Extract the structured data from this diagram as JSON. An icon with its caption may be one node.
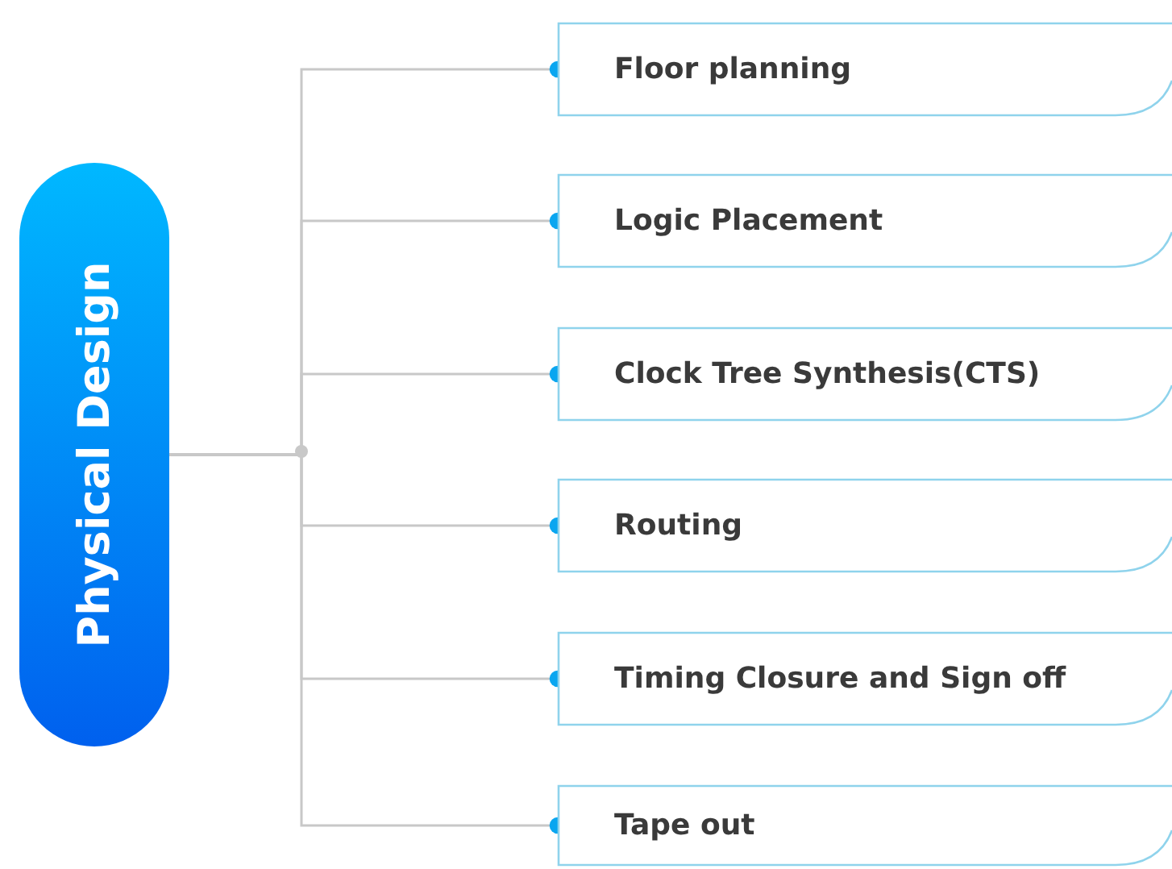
{
  "diagram": {
    "nodes": [
      {
        "text": [
          "Physical Design"
        ]
      },
      {
        "text": [
          "Floor planning"
        ]
      },
      {
        "text": [
          "Logic Placement"
        ]
      },
      {
        "text": [
          "Clock Tree Synthesis(CTS)"
        ]
      },
      {
        "text": [
          "Routing"
        ]
      },
      {
        "text": [
          "Timing Closure and Sign off"
        ]
      },
      {
        "text": [
          "Tape out"
        ]
      }
    ],
    "edges": [
      {
        "from": 0,
        "to": 1,
        "arrow": "other"
      },
      {
        "from": 0,
        "to": 2,
        "arrow": "other"
      },
      {
        "from": 0,
        "to": 3,
        "arrow": "other"
      },
      {
        "from": 0,
        "to": 4,
        "arrow": "other"
      },
      {
        "from": 0,
        "to": 5,
        "arrow": "other"
      },
      {
        "from": 0,
        "to": 6,
        "arrow": "other"
      }
    ]
  }
}
